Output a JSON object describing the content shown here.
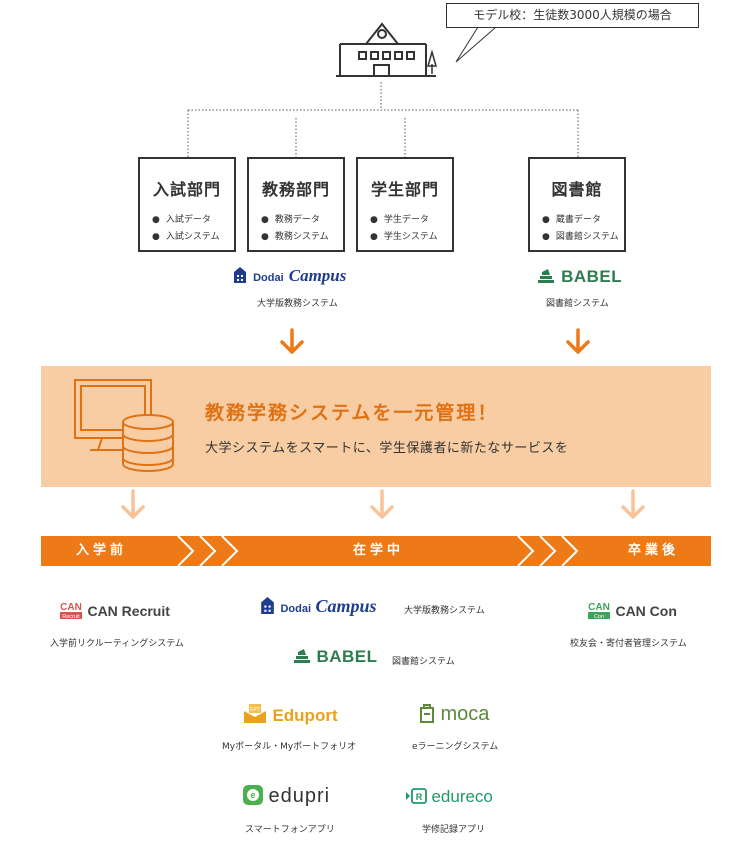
{
  "callout": {
    "text": "モデル校：生徒数3000人規模の場合"
  },
  "departments": [
    {
      "title": "入試部門",
      "items": [
        "入試データ",
        "入試システム"
      ]
    },
    {
      "title": "教務部門",
      "items": [
        "教務データ",
        "教務システム"
      ]
    },
    {
      "title": "学生部門",
      "items": [
        "学生データ",
        "学生システム"
      ]
    },
    {
      "title": "図書館",
      "items": [
        "蔵書データ",
        "図書館システム"
      ]
    }
  ],
  "top_systems": {
    "campus": {
      "logo_prefix": "Dodai",
      "logo_main": "Campus",
      "caption": "大学版教務システム"
    },
    "babel": {
      "logo": "BABEL",
      "caption": "図書館システム"
    }
  },
  "banner": {
    "title": "教務学務システムを一元管理！",
    "subtitle": "大学システムをスマートに、学生保護者に新たなサービスを"
  },
  "timeline": {
    "phases": [
      "入学前",
      "在学中",
      "卒業後"
    ]
  },
  "products": {
    "can_recruit": {
      "name": "CAN Recruit",
      "badge_top": "CAN",
      "badge_bottom": "Recruit",
      "caption": "入学前リクルーティングシステム"
    },
    "campus": {
      "logo_prefix": "Dodai",
      "logo_main": "Campus",
      "caption": "大学版教務システム"
    },
    "babel": {
      "logo": "BABEL",
      "caption": "図書館システム"
    },
    "can_con": {
      "name": "CAN Con",
      "badge_top": "CAN",
      "badge_bottom": "Con",
      "caption": "校友会・寄付者管理システム"
    },
    "eduport": {
      "name": "Eduport",
      "badge": "EPT",
      "caption": "Myポータル・Myポートフォリオ"
    },
    "moca": {
      "name": "moca",
      "caption": "eラーニングシステム"
    },
    "edupri": {
      "name": "edupri",
      "badge": "e",
      "caption": "スマートフォンアプリ"
    },
    "edureco": {
      "name": "edureco",
      "badge": "R",
      "caption": "学修記録アプリ"
    }
  },
  "colors": {
    "orange": "#ee7a17",
    "banner_bg": "#f9cda3",
    "arrow_light": "#f7c39a",
    "campus_blue": "#1f3c8f",
    "babel_green": "#2e7d4f",
    "can_red": "#d9534f",
    "can_green": "#3aa55b",
    "eduport_orange": "#e9a21b",
    "moca_green": "#5b8a3a",
    "edupri_green": "#4caf50",
    "edureco_green": "#1f9a6a"
  }
}
